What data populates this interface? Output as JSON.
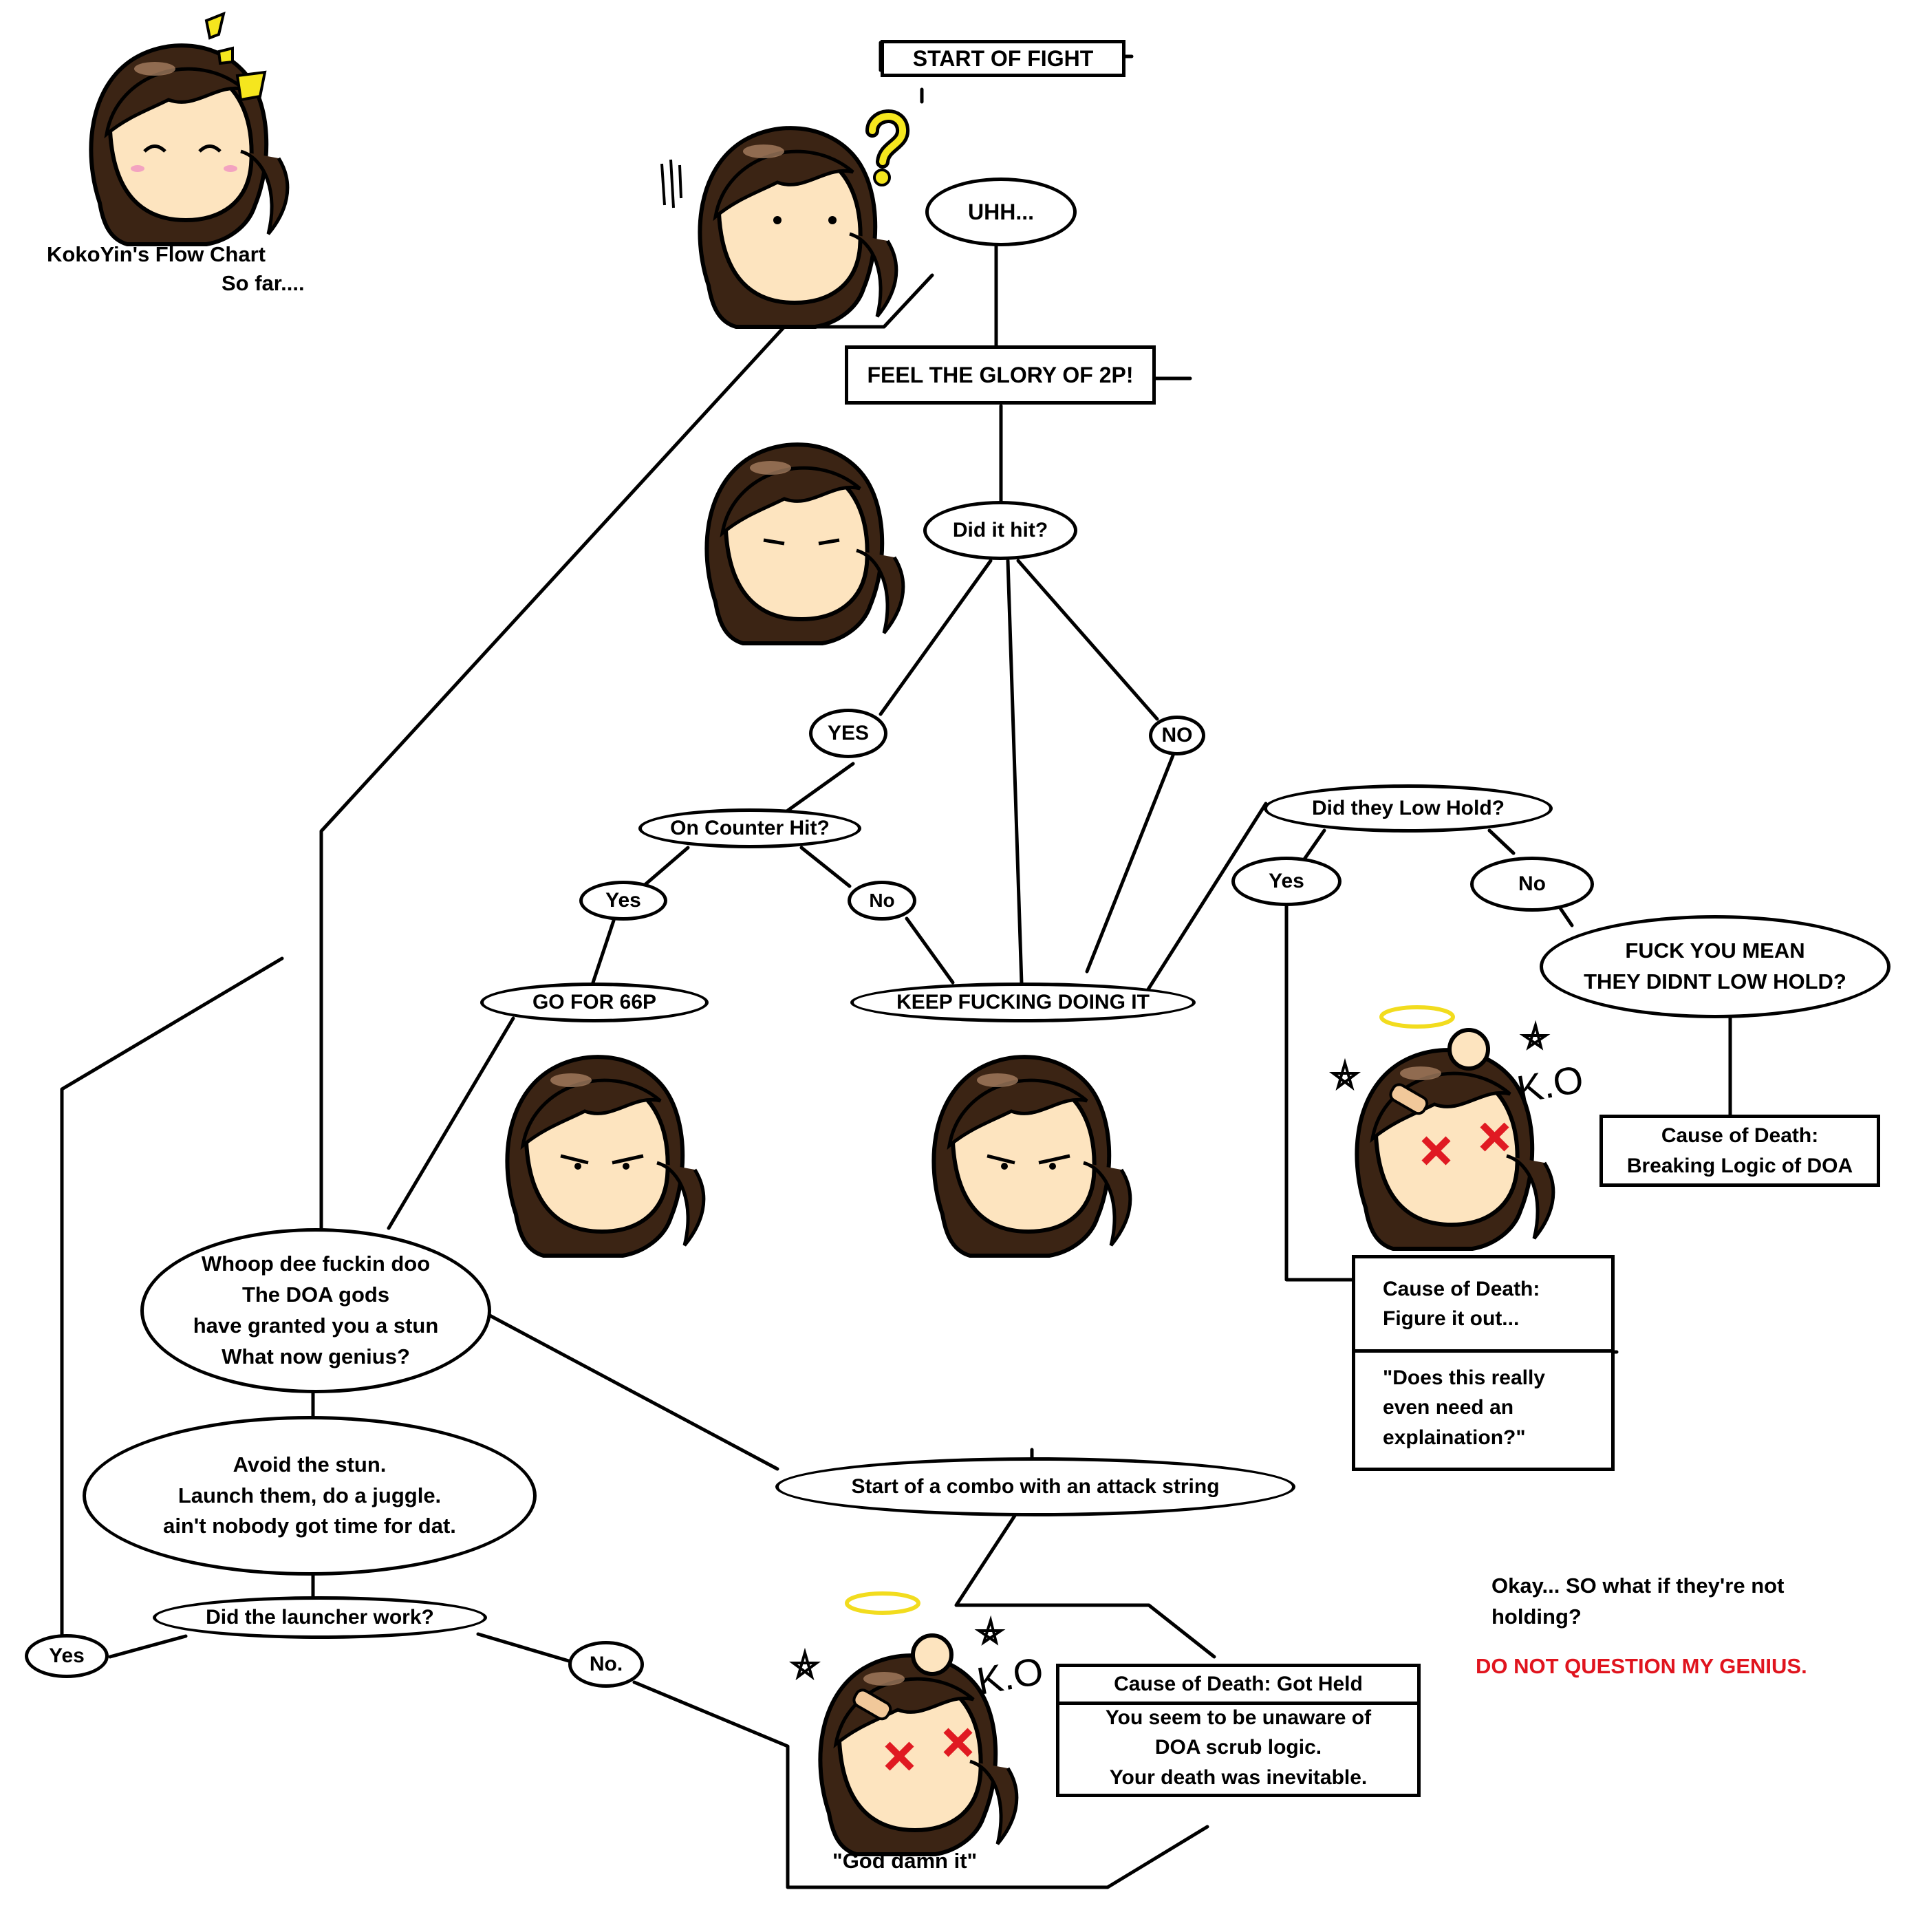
{
  "title": "KokoYin's Flow Chart",
  "subtitle": "So far....",
  "nodes": {
    "start": "START OF FIGHT",
    "uhh": "UHH...",
    "feel_glory": "FEEL THE GLORY OF 2P!",
    "did_it_hit": "Did it hit?",
    "yes_upper": "YES",
    "no_upper": "NO",
    "on_counter_hit": "On Counter Hit?",
    "yes_counter": "Yes",
    "no_counter": "No",
    "go_for_66p": "GO FOR 66P",
    "keep_doing_it": "KEEP FUCKING DOING IT",
    "did_they_low_hold": "Did they Low Hold?",
    "yes_low_hold": "Yes",
    "no_low_hold": "No",
    "fuck_you_mean": [
      "FUCK YOU MEAN",
      "THEY DIDNT LOW HOLD?"
    ],
    "cause_breaking_logic": [
      "Cause of Death:",
      "Breaking Logic of DOA"
    ],
    "cause_figure_it_out": [
      "Cause of Death:",
      "Figure it out..."
    ],
    "explaination_quote": [
      "\"Does this really",
      "even need an",
      "explaination?\""
    ],
    "whoop_dee_doo": [
      "Whoop dee fuckin doo",
      "The DOA gods",
      "have granted you a stun",
      "What now genius?"
    ],
    "avoid_the_stun": [
      "Avoid the stun.",
      "Launch them, do a juggle.",
      "ain't nobody got time for dat."
    ],
    "combo_attack_string": "Start of a combo with an attack string",
    "did_launcher_work": "Did the launcher work?",
    "yes_launcher": "Yes",
    "no_launcher": "No.",
    "cause_got_held": "Cause of Death:  Got Held",
    "scrub_logic": [
      "You seem to be unaware of",
      "DOA scrub logic.",
      "Your death was inevitable."
    ],
    "god_damn_it": "\"God damn it\""
  },
  "side_note": {
    "question": [
      "Okay... SO what if they're not",
      "holding?"
    ],
    "answer": "DO NOT QUESTION MY GENIUS."
  },
  "ko_label": "K.O",
  "colors": {
    "line": "#000000",
    "answer_text": "#e0141e",
    "hair": "#3b2414",
    "skin": "#fde4bf",
    "halo": "#f2dc1e",
    "x_eyes": "#e01a22",
    "sparkle": "#f5e61e"
  },
  "icons": [
    "character-head-icon",
    "halo-icon",
    "star-icon",
    "question-mark-icon",
    "sparkle-icon",
    "x-eyes-icon",
    "bandage-icon"
  ]
}
